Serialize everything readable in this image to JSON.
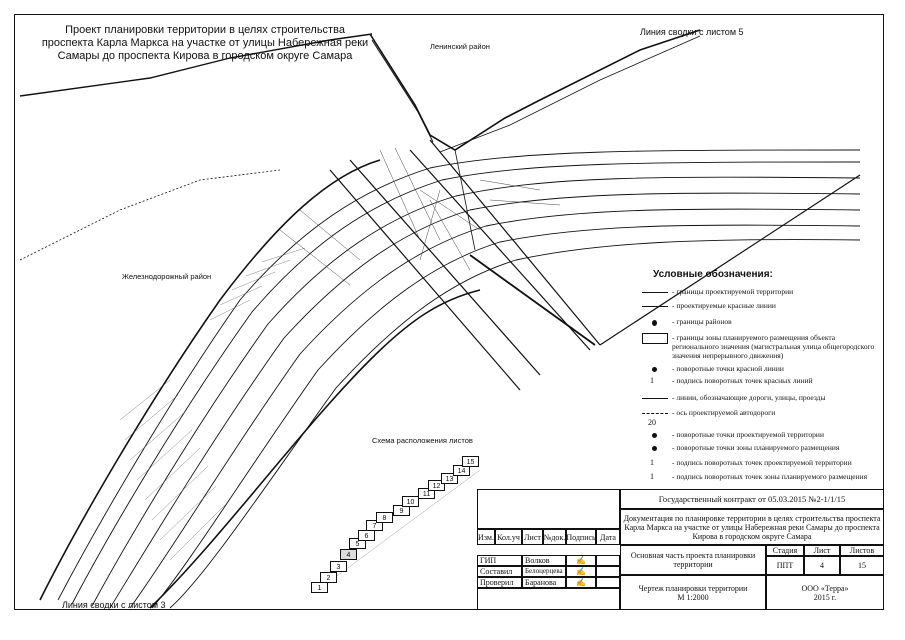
{
  "title": {
    "line1": "Проект планировки территории в целях строительства",
    "line2": "проспекта Карла Маркса на участке от улицы Набережная реки",
    "line3": "Самары до проспекта Кирова в городском округе Самара"
  },
  "labels": {
    "match_top": "Линия сводки с листом 5",
    "match_bottom": "Линия сводки с листом 3",
    "district_lenin": "Ленинский район",
    "district_rail": "Железнодорожный район",
    "scheme_title": "Схема расположения листов"
  },
  "scheme_sheets": [
    "1",
    "2",
    "3",
    "4",
    "5",
    "6",
    "7",
    "8",
    "9",
    "10",
    "11",
    "12",
    "13",
    "14",
    "15"
  ],
  "legend": {
    "title": "Условные обозначения:",
    "items": [
      {
        "symbol": "bold-line",
        "text": "- границы проектируемой территории"
      },
      {
        "symbol": "line",
        "text": "- проектируемые красные линии"
      },
      {
        "symbol": "dotted-line",
        "text": "- границы районов"
      },
      {
        "symbol": "box",
        "text": "- границы зоны планируемого размещения объекта регионального значения (магистральная улица общегородского значения непрерывного движения)"
      },
      {
        "symbol": "dot",
        "text": "- поворотные точки красной линии"
      },
      {
        "symbol": "number-1",
        "text": "- подпись поворотных точек красных линий"
      },
      {
        "symbol": "line",
        "text": "- линии, обозначающие дороги, улицы, проезды"
      },
      {
        "symbol": "axis-20",
        "text": "- ось проектируемой автодороги"
      },
      {
        "symbol": "dot",
        "text": "- поворотные точки проектируемой территории"
      },
      {
        "symbol": "dot",
        "text": "- поворотные точки зоны планируемого размещения"
      },
      {
        "symbol": "number-1",
        "text": "- подпись поворотных точек проектируемой территории"
      },
      {
        "symbol": "number-1",
        "text": "- подпись поворотных точек зоны планируемого размещения"
      }
    ],
    "symbol_number_1": "1",
    "symbol_number_20": "20"
  },
  "stamp": {
    "contract": "Государственный контракт от 05.03.2015 №2-1/1/15",
    "doc_title": "Документация по планировке территории в целях строительства проспекта Карла Маркса на участке от улицы Набережная реки Самары до проспекта Кирова в городском округе Самара",
    "headers": {
      "izm": "Изм.",
      "kol": "Кол.уч",
      "list": "Лист",
      "ndok": "№док.",
      "podp": "Подпись",
      "data": "Дата"
    },
    "roles": [
      {
        "role": "ГИП",
        "name": "Волков"
      },
      {
        "role": "Составил",
        "name": "Белоцерцева"
      },
      {
        "role": "Проверил",
        "name": "Баранова"
      }
    ],
    "section": "Основная часть проекта планировки территории",
    "stage_label": "Стадия",
    "sheet_label": "Лист",
    "sheets_label": "Листов",
    "stage": "ППТ",
    "sheet": "4",
    "sheets": "15",
    "drawing": "Чертеж планировки территории",
    "scale": "М 1:2000",
    "org": "ООО «Терра»",
    "year": "2015 г."
  }
}
